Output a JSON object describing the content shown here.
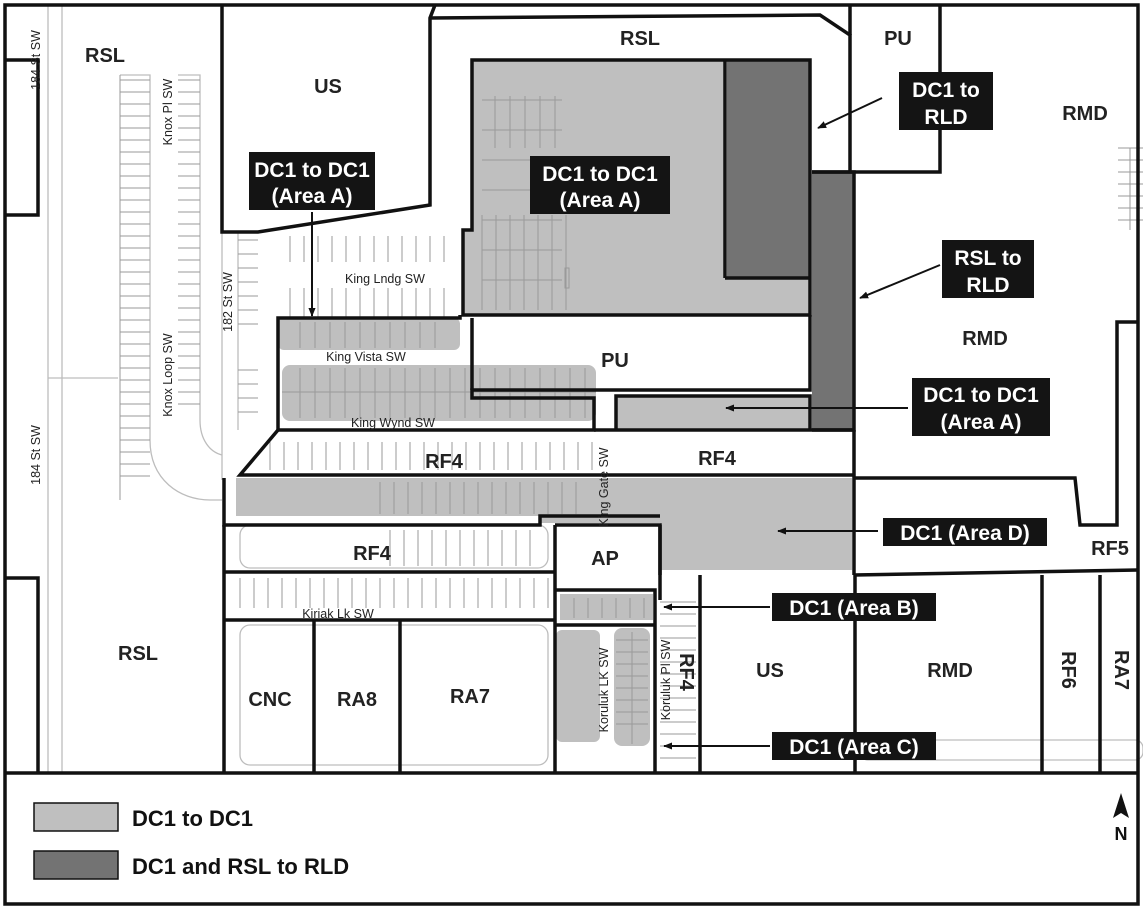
{
  "colors": {
    "dc1_to_dc1": "#bfbfbf",
    "dc1_rsl_to_rld": "#737373",
    "boundary": "#111111",
    "callout_bg": "#141414",
    "callout_text": "#ffffff"
  },
  "zones": {
    "rsl_nw": "RSL",
    "us_nw": "US",
    "rsl_top": "RSL",
    "pu_ne": "PU",
    "rmd_ne": "RMD",
    "rmd_mid": "RMD",
    "pu_center": "PU",
    "rf4_mid_left": "RF4",
    "rf4_mid_right": "RF4",
    "rf4_lower": "RF4",
    "ap": "AP",
    "rf5": "RF5",
    "rsl_sw": "RSL",
    "cnc": "CNC",
    "ra8": "RA8",
    "ra7_left": "RA7",
    "rf4_vertical": "RF4",
    "us_se": "US",
    "rmd_se": "RMD",
    "rf6": "RF6",
    "ra7_right": "RA7"
  },
  "streets": {
    "st184_top": "184 St SW",
    "st184_main": "184 St SW",
    "knox_pl": "Knox Pl SW",
    "knox_loop": "Knox Loop SW",
    "st182": "182 St SW",
    "king_lndg": "King Lndg SW",
    "king_vista": "King Vista SW",
    "king_wynd": "King Wynd SW",
    "king_gate": "King Gate SW",
    "kiriak_lk": "Kiriak Lk SW",
    "koruluk_lk": "Koruluk LK SW",
    "koruluk_pl": "Koruluk Pl SW"
  },
  "callouts": {
    "dc1_rld": [
      "DC1 to",
      "RLD"
    ],
    "dc1_dc1_left": [
      "DC1 to DC1",
      "(Area A)"
    ],
    "dc1_dc1_center": [
      "DC1 to DC1",
      "(Area A)"
    ],
    "rsl_rld": [
      "RSL to",
      "RLD"
    ],
    "dc1_dc1_right": [
      "DC1 to DC1",
      "(Area A)"
    ],
    "area_d": "DC1 (Area D)",
    "area_b": "DC1 (Area B)",
    "area_c": "DC1 (Area C)"
  },
  "legend": {
    "item1": "DC1 to DC1",
    "item2": "DC1 and RSL to RLD"
  },
  "north_label": "N"
}
